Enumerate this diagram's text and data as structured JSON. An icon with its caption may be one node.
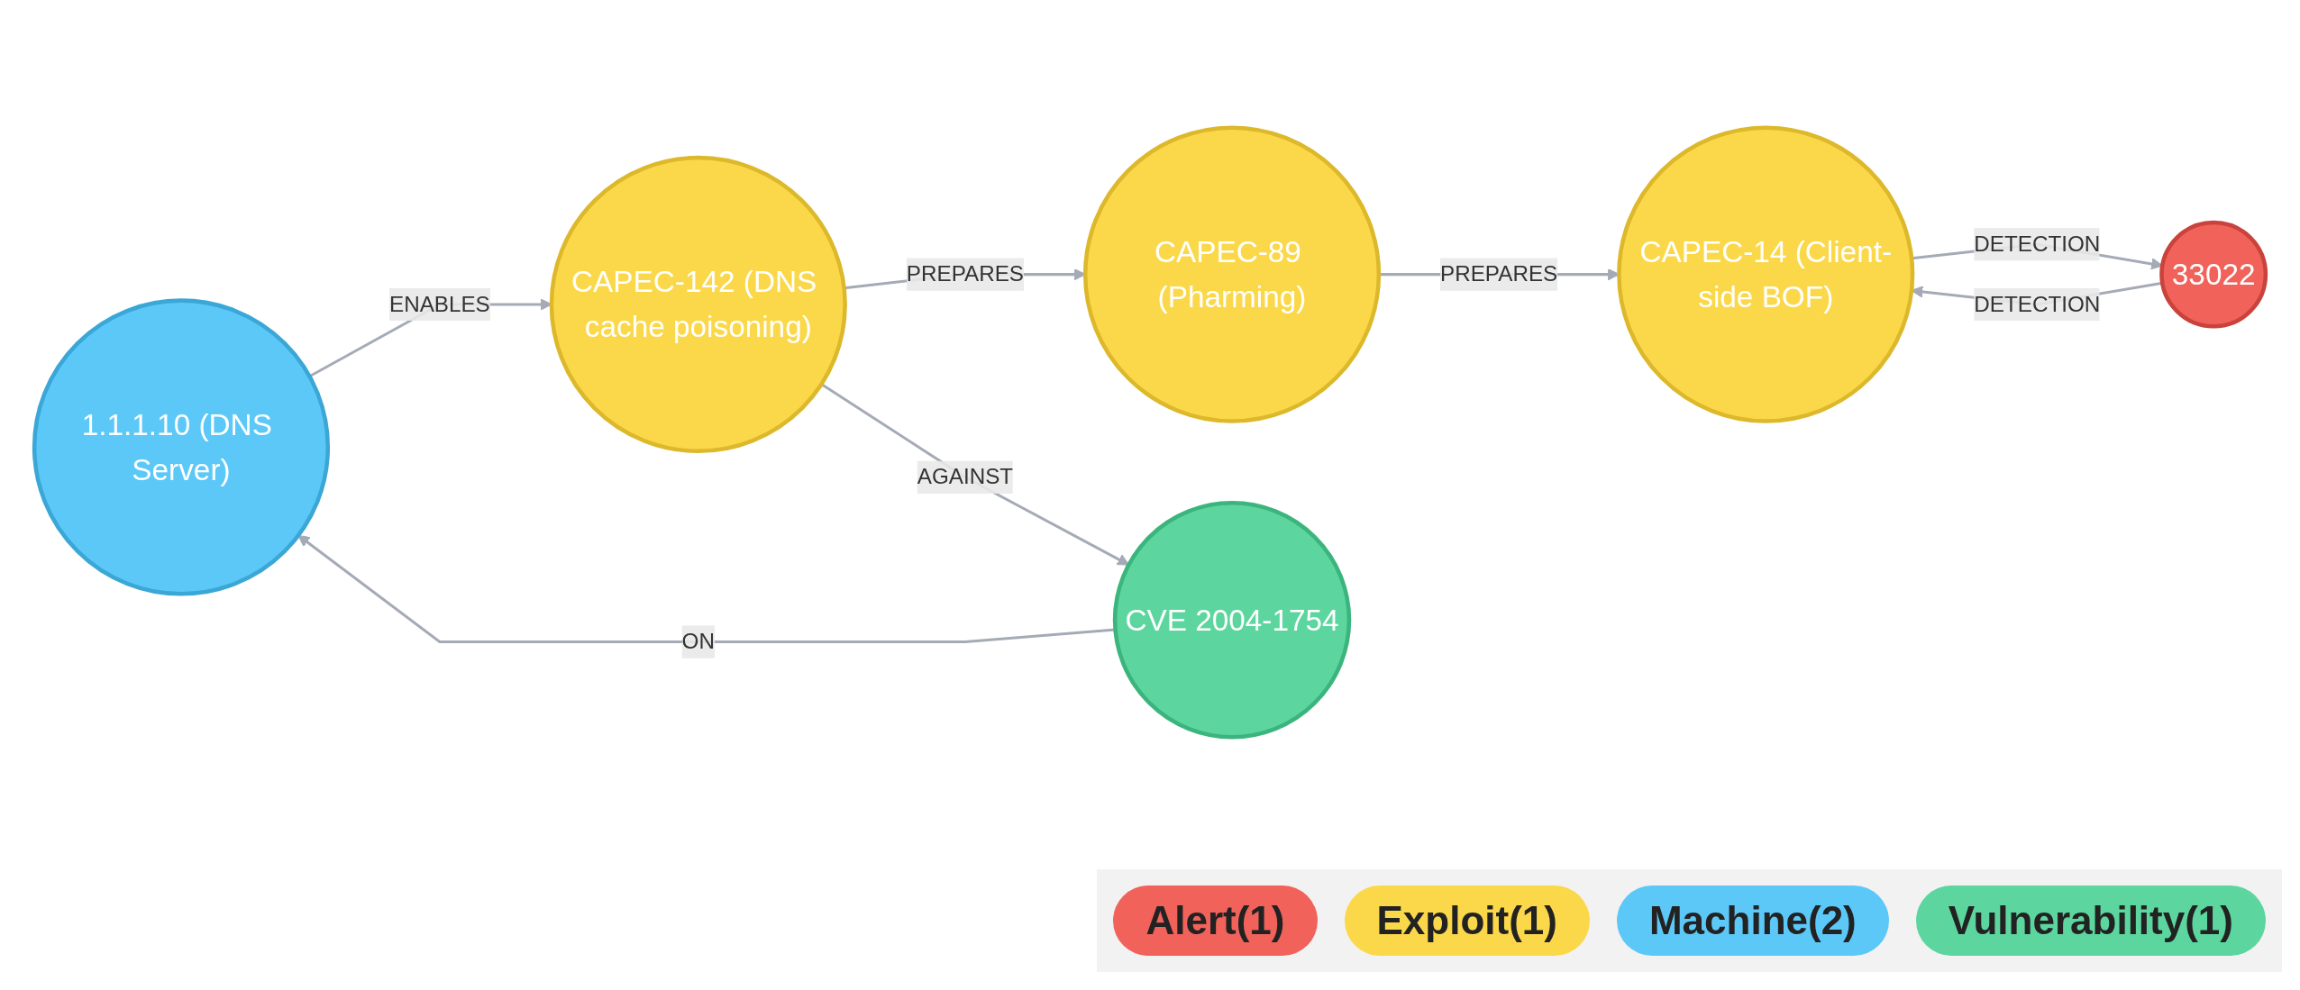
{
  "diagram": {
    "nodes": [
      {
        "text": [
          "1.1.1.10 (DNS Server)"
        ]
      },
      {
        "text": [
          "CAPEC-89 (Pharming)"
        ]
      },
      {
        "text": [
          "33022"
        ]
      },
      {
        "text": [
          "CVE 2004-1754"
        ]
      },
      {
        "text": [
          "CAPEC-142 (DNS cache poisoning)"
        ]
      },
      {
        "text": [
          "CAPEC-14 (Client-side BOF)"
        ]
      }
    ],
    "edges": [
      {
        "from": 3,
        "to": 0,
        "arrow": "to",
        "label": "ON"
      },
      {
        "from": 0,
        "to": 4,
        "arrow": "to",
        "label": "ENABLES"
      },
      {
        "from": 4,
        "to": 3,
        "arrow": "to",
        "label": "AGAINST"
      },
      {
        "from": 4,
        "to": 1,
        "arrow": "to",
        "label": "PREPARES"
      },
      {
        "from": 1,
        "to": 5,
        "arrow": "to",
        "label": "PREPARES"
      },
      {
        "from": 2,
        "to": 5,
        "arrow": "to",
        "label": "DETECTION"
      },
      {
        "from": 5,
        "to": 2,
        "arrow": "to",
        "label": "DETECTION"
      }
    ],
    "legend": [
      {
        "text": "Alert(1)",
        "color": "#f0625a"
      },
      {
        "text": "Exploit(1)",
        "color": "#fbd84a"
      },
      {
        "text": "Machine(2)",
        "color": "#5cc8f7"
      },
      {
        "text": "Vulnerability(1)",
        "color": "#5cd69e"
      }
    ]
  }
}
